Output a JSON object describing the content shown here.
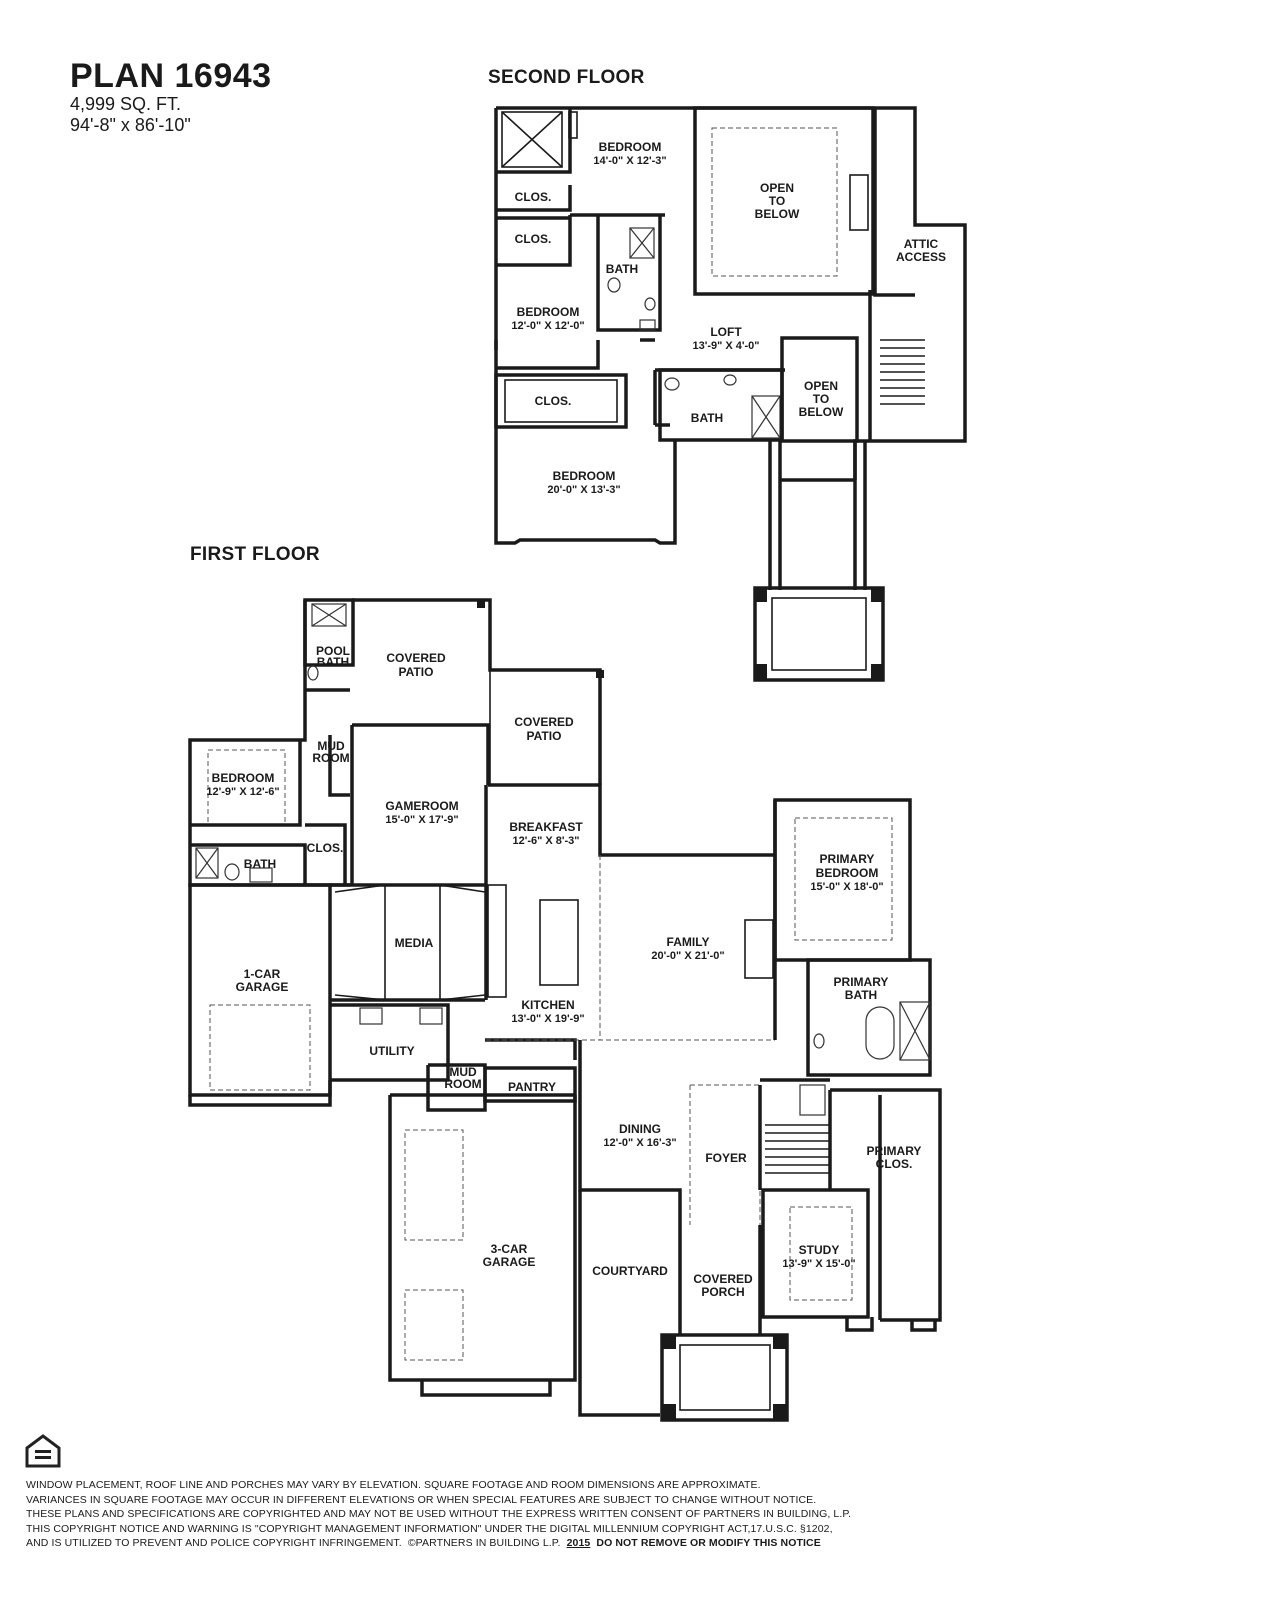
{
  "header": {
    "plan_title": "PLAN 16943",
    "sq_ft": "4,999 SQ. FT.",
    "dimensions": "94'-8\" x 86'-10\""
  },
  "floors": {
    "second": "SECOND FLOOR",
    "first": "FIRST FLOOR"
  },
  "second_floor_rooms": {
    "bedroom_a": {
      "name": "BEDROOM",
      "dim": "14'-0\" X 12'-3\""
    },
    "open_below_a": {
      "line1": "OPEN",
      "line2": "TO",
      "line3": "BELOW"
    },
    "clos_a": "CLOS.",
    "clos_b": "CLOS.",
    "bath_a": "BATH",
    "attic": {
      "line1": "ATTIC",
      "line2": "ACCESS"
    },
    "bedroom_b": {
      "name": "BEDROOM",
      "dim": "12'-0\" X 12'-0\""
    },
    "loft": {
      "name": "LOFT",
      "dim": "13'-9\" X 4'-0\""
    },
    "clos_c": "CLOS.",
    "bath_b": "BATH",
    "open_below_b": {
      "line1": "OPEN",
      "line2": "TO",
      "line3": "BELOW"
    },
    "bedroom_c": {
      "name": "BEDROOM",
      "dim": "20'-0\" X 13'-3\""
    }
  },
  "first_floor_rooms": {
    "pool_bath": {
      "line1": "POOL",
      "line2": "BATH"
    },
    "covered_patio_a": {
      "line1": "COVERED",
      "line2": "PATIO"
    },
    "covered_patio_b": {
      "line1": "COVERED",
      "line2": "PATIO"
    },
    "mud_room_a": {
      "line1": "MUD",
      "line2": "ROOM"
    },
    "bedroom": {
      "name": "BEDROOM",
      "dim": "12'-9\" X 12'-6\""
    },
    "gameroom": {
      "name": "GAMEROOM",
      "dim": "15'-0\" X 17'-9\""
    },
    "breakfast": {
      "name": "BREAKFAST",
      "dim": "12'-6\" X 8'-3\""
    },
    "clos": "CLOS.",
    "bath": "BATH",
    "primary_bedroom": {
      "line1": "PRIMARY",
      "line2": "BEDROOM",
      "dim": "15'-0\" X 18'-0\""
    },
    "media": "MEDIA",
    "family": {
      "name": "FAMILY",
      "dim": "20'-0\" X 21'-0\""
    },
    "garage_1": {
      "line1": "1-CAR",
      "line2": "GARAGE"
    },
    "primary_bath": {
      "line1": "PRIMARY",
      "line2": "BATH"
    },
    "kitchen": {
      "name": "KITCHEN",
      "dim": "13'-0\" X 19'-9\""
    },
    "utility": "UTILITY",
    "mud_room_b": {
      "line1": "MUD",
      "line2": "ROOM"
    },
    "pantry": "PANTRY",
    "dining": {
      "name": "DINING",
      "dim": "12'-0\" X 16'-3\""
    },
    "primary_clos": {
      "line1": "PRIMARY",
      "line2": "CLOS."
    },
    "foyer": "FOYER",
    "garage_3": {
      "line1": "3-CAR",
      "line2": "GARAGE"
    },
    "study": {
      "name": "STUDY",
      "dim": "13'-9\" X 15'-0\""
    },
    "courtyard": "COURTYARD",
    "covered_porch": {
      "line1": "COVERED",
      "line2": "PORCH"
    }
  },
  "footer": {
    "line1": "WINDOW PLACEMENT, ROOF LINE AND PORCHES MAY VARY BY ELEVATION.  SQUARE FOOTAGE AND ROOM DIMENSIONS ARE APPROXIMATE.",
    "line2": "VARIANCES IN SQUARE FOOTAGE MAY OCCUR IN DIFFERENT ELEVATIONS OR WHEN SPECIAL FEATURES ARE SUBJECT TO CHANGE WITHOUT NOTICE.",
    "line3": "THESE PLANS AND SPECIFICATIONS ARE COPYRIGHTED AND MAY NOT BE USED WITHOUT THE EXPRESS WRITTEN CONSENT OF PARTNERS IN BUILDING, L.P.",
    "line4": "THIS COPYRIGHT NOTICE AND WARNING IS \"COPYRIGHT MANAGEMENT INFORMATION\" UNDER THE DIGITAL MILLENNIUM COPYRIGHT ACT,17.U.S.C. §1202,",
    "line5_a": "AND IS UTILIZED TO PREVENT AND POLICE COPYRIGHT INFRINGEMENT.  ©PARTNERS IN BUILDING L.P.  ",
    "line5_year": "2015",
    "line5_b": "  DO NOT REMOVE OR MODIFY THIS NOTICE"
  },
  "logo": {
    "icon": "equal-housing-opportunity-icon"
  }
}
